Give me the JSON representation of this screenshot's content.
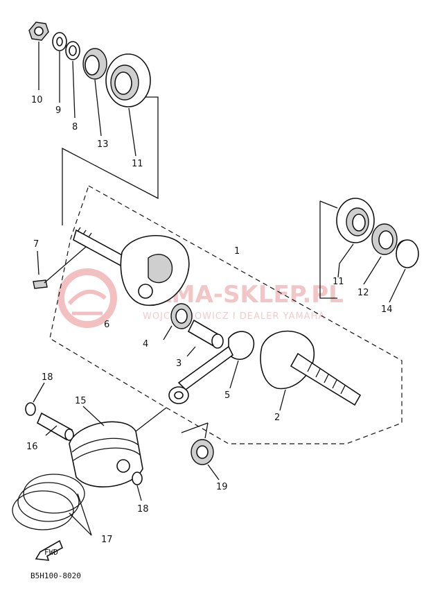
{
  "diagram": {
    "part_numbers": [
      "1",
      "2",
      "3",
      "4",
      "5",
      "6",
      "7",
      "8",
      "9",
      "10",
      "11",
      "12",
      "13",
      "14",
      "15",
      "16",
      "17",
      "18",
      "19"
    ],
    "callouts": {
      "p10": "10",
      "p9": "9",
      "p8": "8",
      "p13": "13",
      "p11a": "11",
      "p7": "7",
      "p1": "1",
      "p6": "6",
      "p4": "4",
      "p3": "3",
      "p5": "5",
      "p2": "2",
      "p11b": "11",
      "p12": "12",
      "p14": "14",
      "p18a": "18",
      "p15": "15",
      "p16": "16",
      "p19": "19",
      "p18b": "18",
      "p17": "17"
    },
    "fwd_label": "FWD",
    "diagram_code": "B5H100-8020"
  },
  "watermark": {
    "title": "YAMA-SKLEP.PL",
    "subtitle": "WOJCIECHOWICZ I DEALER YAMAHA",
    "color": "#e8a0a0"
  }
}
